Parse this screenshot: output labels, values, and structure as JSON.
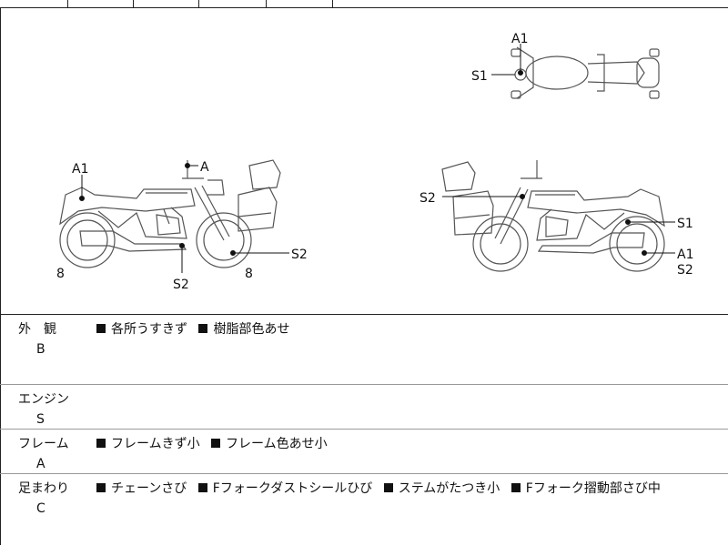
{
  "diagram": {
    "left_bike_labels": {
      "a1": "A1",
      "a": "A",
      "s2_bottom": "S2",
      "s2_right": "S2",
      "eight_left": "8",
      "eight_right": "8"
    },
    "right_bike_labels": {
      "s2": "S2",
      "s1": "S1",
      "a1": "A1",
      "s2b": "S2"
    },
    "top_view_labels": {
      "a1": "A1",
      "s1": "S1"
    }
  },
  "sections": [
    {
      "label": "外　観",
      "grade": "B",
      "items": [
        "各所うすきず",
        "樹脂部色あせ"
      ]
    },
    {
      "label": "エンジン",
      "grade": "S",
      "items": []
    },
    {
      "label": "フレーム",
      "grade": "A",
      "items": [
        "フレームきず小",
        "フレーム色あせ小"
      ]
    },
    {
      "label": "足まわり",
      "grade": "C",
      "items": [
        "チェーンさび",
        "Fフォークダストシールひび",
        "ステムがたつき小",
        "Fフォーク摺動部さび中"
      ]
    }
  ]
}
